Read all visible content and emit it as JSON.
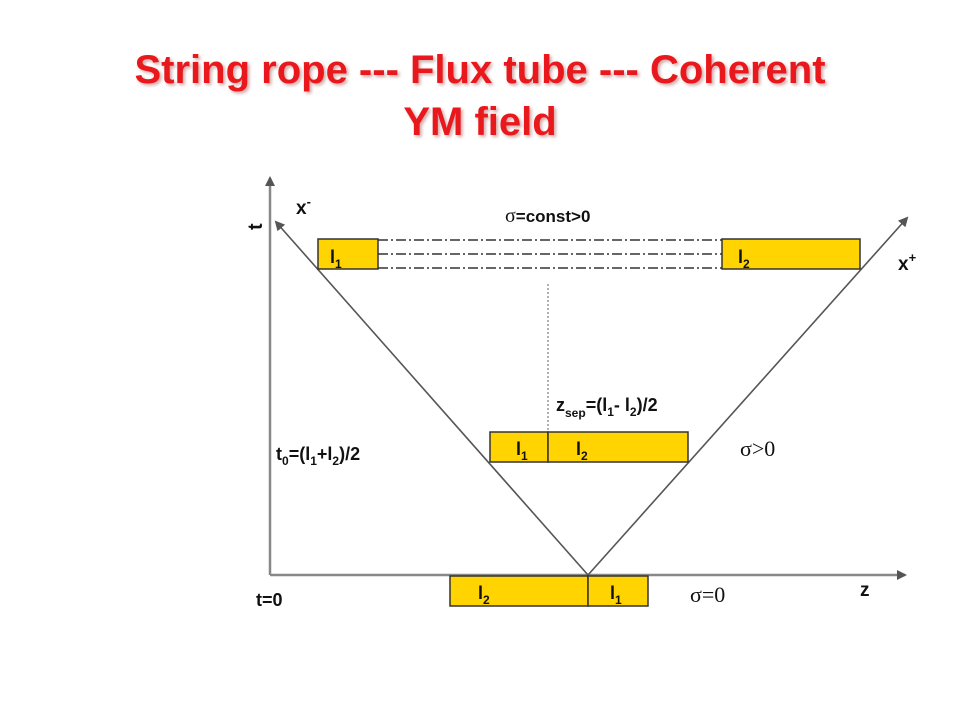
{
  "title": {
    "line1": "String rope --- Flux tube --- Coherent",
    "line2": "YM field"
  },
  "axes": {
    "t": "t",
    "x_minus": "x",
    "x_minus_sup": "-",
    "x_plus": "x",
    "x_plus_sup": "+",
    "z": "z",
    "t_zero": "t=0"
  },
  "labels": {
    "sigma_const": {
      "sym": "σ",
      "rest": "=const>0"
    },
    "sigma_pos": {
      "sym": "σ",
      "rest": ">0"
    },
    "sigma_zero": {
      "sym": "σ",
      "rest": "=0"
    },
    "zsep": {
      "z": "z",
      "sub": "sep",
      "a": "=(l",
      "s1": "1",
      "b": "- l",
      "s2": "2",
      "c": ")/2"
    },
    "t0": {
      "t": "t",
      "sub": "0",
      "a": "=(l",
      "s1": "1",
      "b": "+l",
      "s2": "2",
      "c": ")/2"
    }
  },
  "tubes": {
    "l_letter": "l",
    "s1": "1",
    "s2": "2"
  },
  "colors": {
    "title": "#e8181c",
    "tube_fill": "#ffd400",
    "line": "#555555"
  }
}
